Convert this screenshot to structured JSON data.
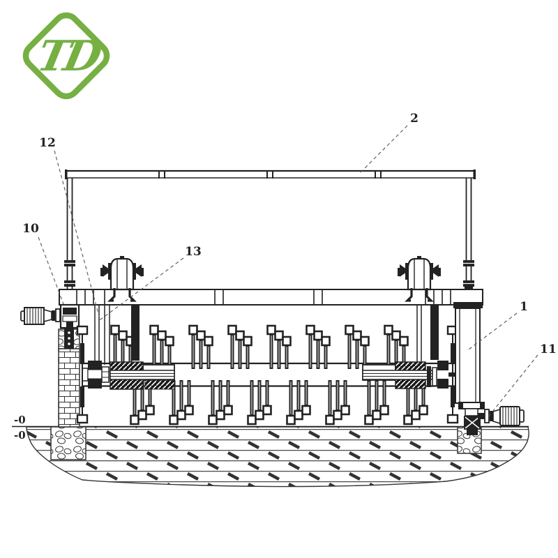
{
  "colors": {
    "paper": "#ffffff",
    "ink": "#222222",
    "leader": "#555555",
    "logo_green": "#76b043"
  },
  "logo": {
    "text": "TD"
  },
  "labels": {
    "items": [
      {
        "ref": "2"
      },
      {
        "ref": "12"
      },
      {
        "ref": "10"
      },
      {
        "ref": "13"
      },
      {
        "ref": "1"
      },
      {
        "ref": "11"
      }
    ]
  },
  "level_marks": {
    "upper": "-0",
    "lower": "-0"
  },
  "rotor": {
    "up_cluster_x": [
      160,
      216,
      272,
      328,
      384,
      440,
      496,
      552
    ],
    "down_cluster_x": [
      188,
      244,
      300,
      356,
      412,
      468,
      524,
      580
    ],
    "tine_pitch": 11,
    "tines_per_cluster": 3
  }
}
